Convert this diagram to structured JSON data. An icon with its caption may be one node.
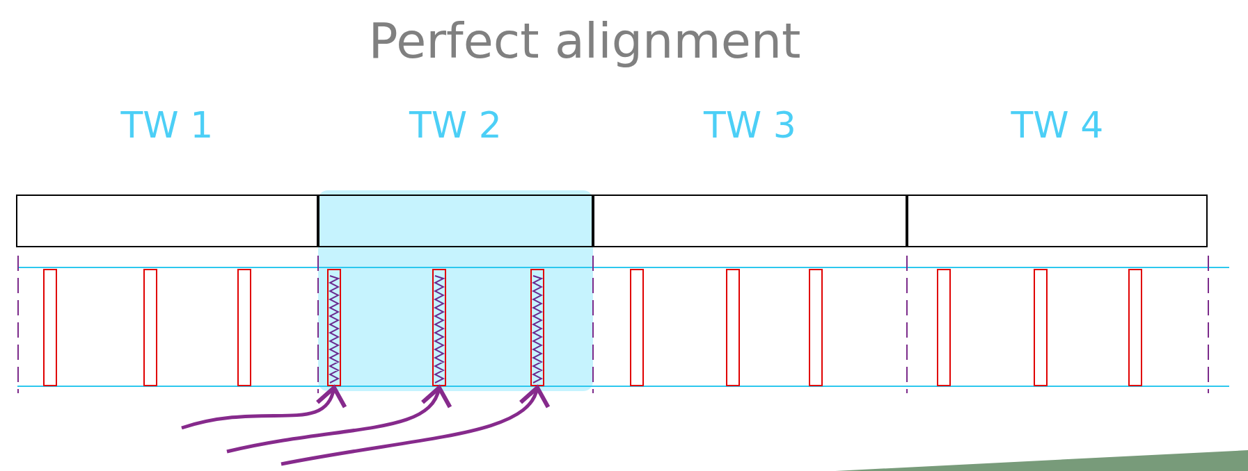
{
  "diagram": {
    "title": "Perfect alignment",
    "nodes": [
      {
        "text": [
          "TW 1"
        ]
      },
      {
        "text": [
          "TW 2"
        ]
      },
      {
        "text": [
          "TW 3"
        ]
      },
      {
        "text": [
          "TW 4"
        ]
      },
      {
        "text": [],
        "shape": "bar"
      },
      {
        "text": [],
        "shape": "bar"
      },
      {
        "text": [],
        "shape": "bar"
      },
      {
        "text": [],
        "shape": "bar"
      },
      {
        "text": [],
        "shape": "bar"
      },
      {
        "text": [],
        "shape": "bar"
      },
      {
        "text": [],
        "shape": "bar"
      },
      {
        "text": [],
        "shape": "bar"
      },
      {
        "text": [],
        "shape": "bar"
      },
      {
        "text": [],
        "shape": "bar"
      },
      {
        "text": [],
        "shape": "bar"
      },
      {
        "text": [],
        "shape": "bar"
      }
    ],
    "edges": [
      {
        "from": null,
        "to": 7,
        "arrow": "to"
      },
      {
        "from": null,
        "to": 8,
        "arrow": "to"
      },
      {
        "from": null,
        "to": 9,
        "arrow": "to"
      }
    ]
  }
}
